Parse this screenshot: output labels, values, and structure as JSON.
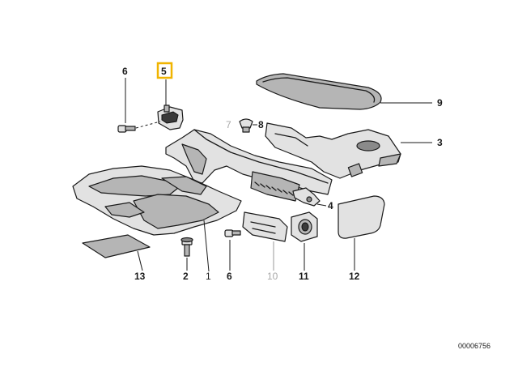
{
  "callouts": {
    "c1": "1",
    "c2": "2",
    "c3": "3",
    "c4": "4",
    "c5": "5",
    "c6_top": "6",
    "c6_bottom": "6",
    "c7": "7",
    "c8": "8",
    "c9": "9",
    "c10": "10",
    "c11": "11",
    "c12": "12",
    "c13": "13"
  },
  "highlighted_part": "5",
  "highlight_color": "#f0b400",
  "dimmed_color": "#a8a8a8",
  "diagram_id": "00006756"
}
